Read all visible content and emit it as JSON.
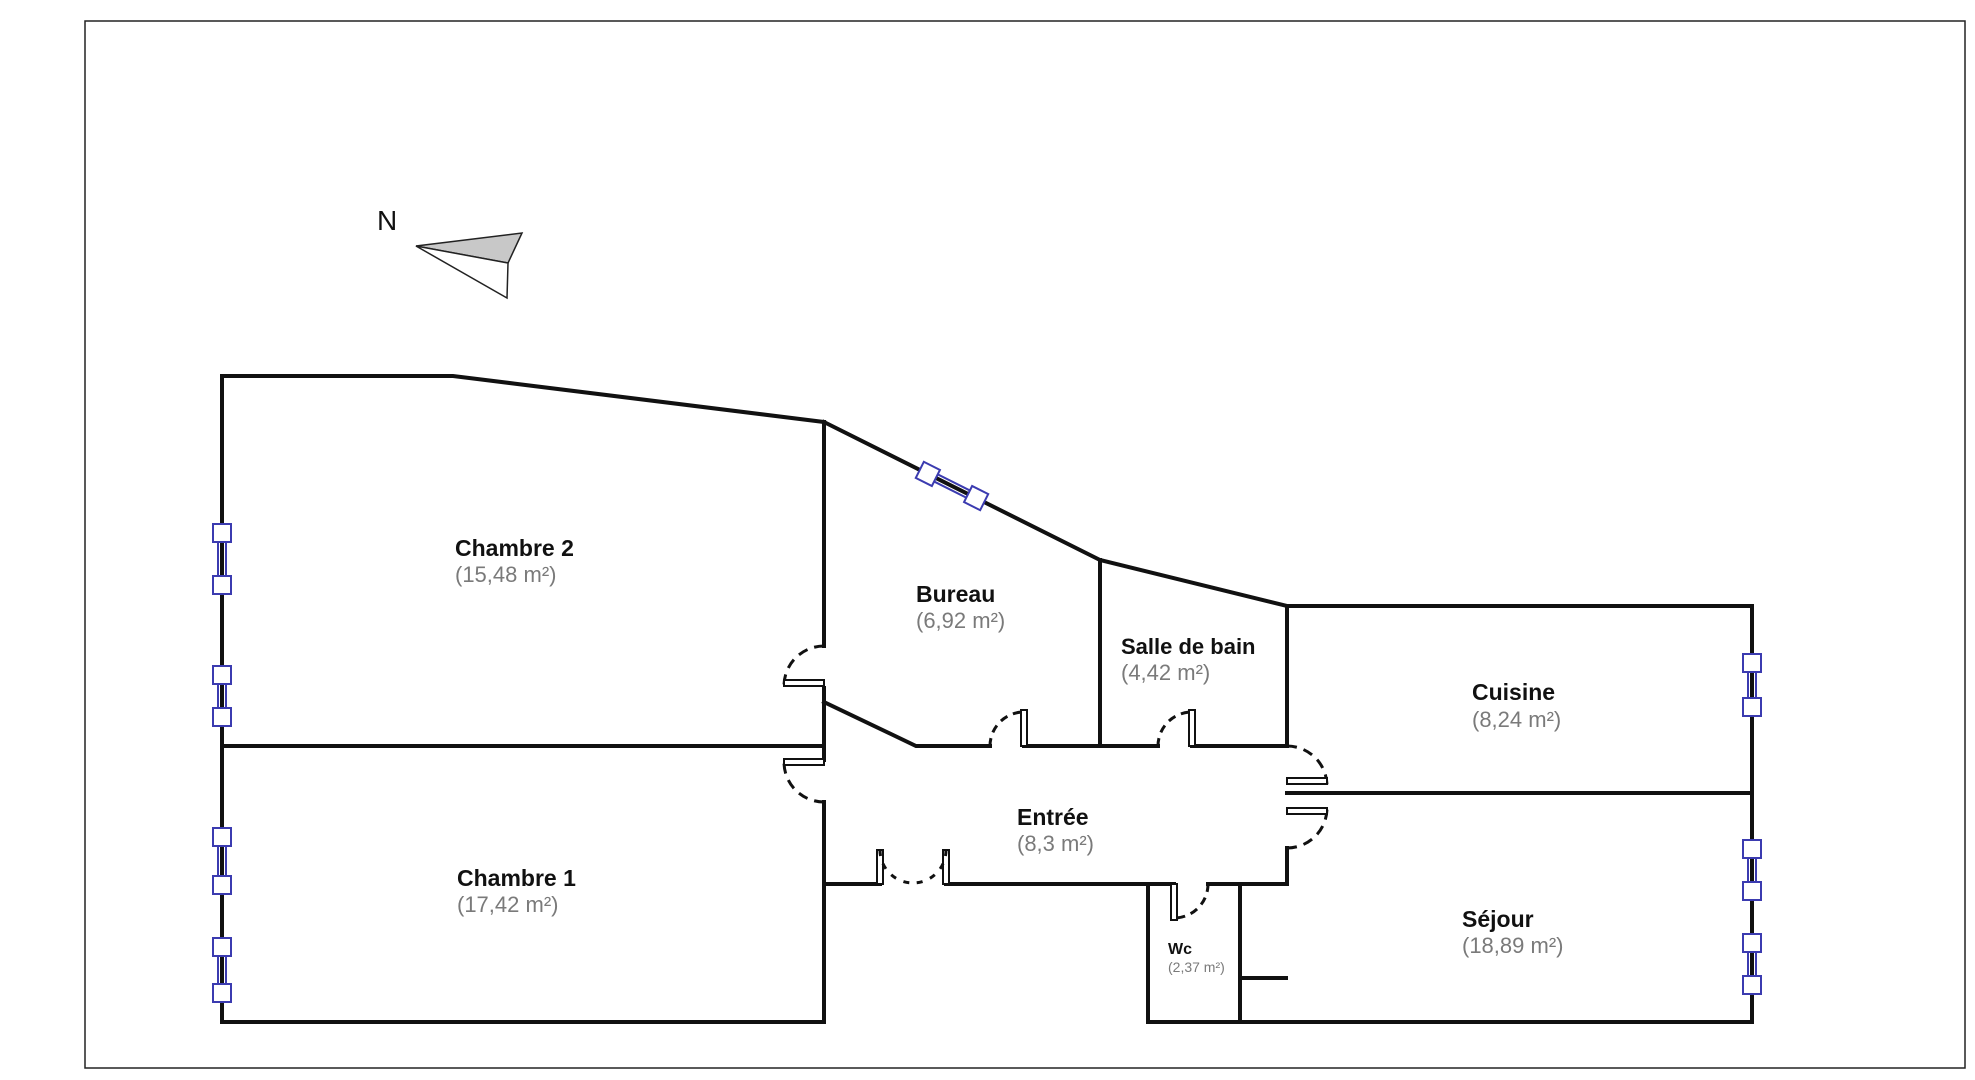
{
  "compass": {
    "label": "N"
  },
  "rooms": [
    {
      "name": "Chambre 2",
      "area": "(15,48 m²)"
    },
    {
      "name": "Bureau",
      "area": "(6,92 m²)"
    },
    {
      "name": "Salle de bain",
      "area": "(4,42 m²)"
    },
    {
      "name": "Cuisine",
      "area": "(8,24 m²)"
    },
    {
      "name": "Entrée",
      "area": "(8,3 m²)"
    },
    {
      "name": "Chambre 1",
      "area": "(17,42 m²)"
    },
    {
      "name": "Séjour",
      "area": "(18,89 m²)"
    },
    {
      "name": "Wc",
      "area": "(2,37 m²)"
    }
  ],
  "colors": {
    "wall": "#111111",
    "window": "#3b3bb0",
    "frame": "#222222",
    "compass_fill": "#c8c8c8"
  }
}
